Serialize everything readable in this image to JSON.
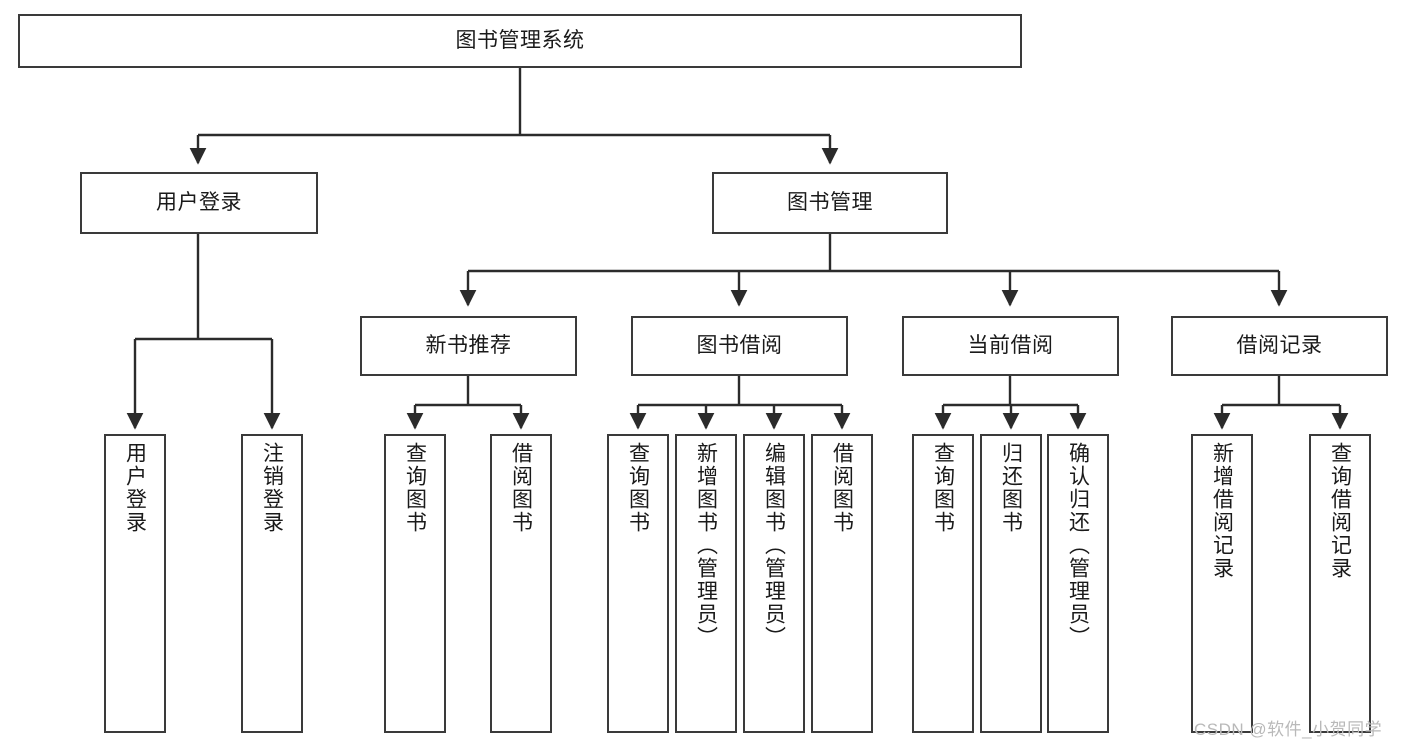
{
  "diagram": {
    "title": "图书管理系统",
    "type": "tree-hierarchy",
    "colors": {
      "box_border": "#3a3a3a",
      "box_fill": "#ffffff",
      "connector": "#2b2b2b",
      "text": "#1a1a1a",
      "watermark": "#b9b9b9",
      "background": "#ffffff"
    },
    "root": {
      "label": "图书管理系统"
    },
    "level2": [
      {
        "label": "用户登录"
      },
      {
        "label": "图书管理"
      }
    ],
    "level3": [
      {
        "label": "新书推荐"
      },
      {
        "label": "图书借阅"
      },
      {
        "label": "当前借阅"
      },
      {
        "label": "借阅记录"
      }
    ],
    "leaves": {
      "user_login": [
        {
          "label": "用户登录"
        },
        {
          "label": "注销登录"
        }
      ],
      "new_book_recommend": [
        {
          "label": "查询图书"
        },
        {
          "label": "借阅图书"
        }
      ],
      "book_borrow": [
        {
          "label": "查询图书"
        },
        {
          "label": "新增图书（管理员）"
        },
        {
          "label": "编辑图书（管理员）"
        },
        {
          "label": "借阅图书"
        }
      ],
      "current_borrow": [
        {
          "label": "查询图书"
        },
        {
          "label": "归还图书"
        },
        {
          "label": "确认归还（管理员）"
        }
      ],
      "borrow_record": [
        {
          "label": "新增借阅记录"
        },
        {
          "label": "查询借阅记录"
        }
      ]
    },
    "watermark": "CSDN @软件_小贺同学"
  }
}
